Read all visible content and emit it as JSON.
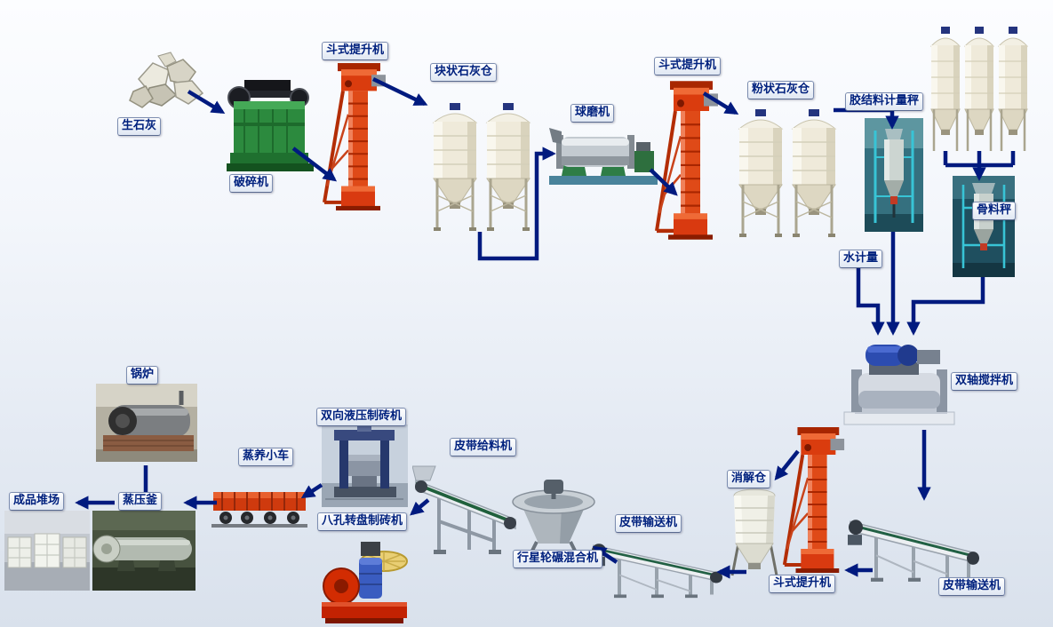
{
  "diagram": {
    "type": "process-flow",
    "subject": "sand-lime brick production line flow diagram"
  },
  "colors": {
    "arrow": "#001a7f",
    "label_text": "#00217e",
    "elevator_red": "#df4a18",
    "silo_cream": "#efeada",
    "machine_green": "#2c8a3e"
  },
  "nodes": [
    {
      "id": "quicklime",
      "label": "生石灰"
    },
    {
      "id": "crusher",
      "label": "破碎机"
    },
    {
      "id": "bucket-elevator-1",
      "label": "斗式提升机"
    },
    {
      "id": "lump-lime-silo",
      "label": "块状石灰仓"
    },
    {
      "id": "ball-mill",
      "label": "球磨机"
    },
    {
      "id": "bucket-elevator-2",
      "label": "斗式提升机"
    },
    {
      "id": "powder-lime-silo",
      "label": "粉状石灰仓"
    },
    {
      "id": "binder-metering-scale",
      "label": "胶结料计量秤"
    },
    {
      "id": "aggregate-scale",
      "label": "骨料秤"
    },
    {
      "id": "water-metering",
      "label": "水计量"
    },
    {
      "id": "twin-shaft-mixer",
      "label": "双轴搅拌机"
    },
    {
      "id": "boiler",
      "label": "锅炉"
    },
    {
      "id": "hydraulic-brick-machine",
      "label": "双向液压制砖机"
    },
    {
      "id": "steam-curing-cart",
      "label": "蒸养小车"
    },
    {
      "id": "rotary-brick-machine",
      "label": "八孔转盘制砖机"
    },
    {
      "id": "belt-feeder",
      "label": "皮带给料机"
    },
    {
      "id": "product-yard",
      "label": "成品堆场"
    },
    {
      "id": "autoclave",
      "label": "蒸压釜"
    },
    {
      "id": "planetary-mixer",
      "label": "行星轮碾混合机"
    },
    {
      "id": "belt-conveyor-1",
      "label": "皮带输送机"
    },
    {
      "id": "digestion-silo",
      "label": "消解仓"
    },
    {
      "id": "bucket-elevator-3",
      "label": "斗式提升机"
    },
    {
      "id": "belt-conveyor-2",
      "label": "皮带输送机"
    }
  ]
}
